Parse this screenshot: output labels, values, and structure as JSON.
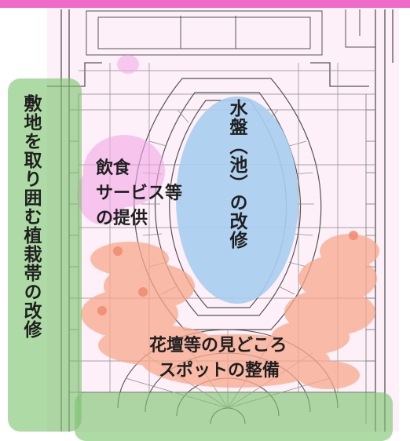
{
  "header": {
    "color": "#f06ac8"
  },
  "zones": {
    "planting": {
      "label": "敷地を取り囲む植栽帯の改修",
      "color": "#7cc46f"
    },
    "pond": {
      "label": "水盤（池）の改修",
      "color": "#a8cdef"
    },
    "food": {
      "line1": "飲食",
      "line2": "サービス等",
      "line3": "の提供",
      "color": "#f2a8e6"
    },
    "flowerbeds": {
      "line1": "花壇等の見どころ",
      "line2": "スポットの整備",
      "color": "#f8a98c"
    }
  }
}
